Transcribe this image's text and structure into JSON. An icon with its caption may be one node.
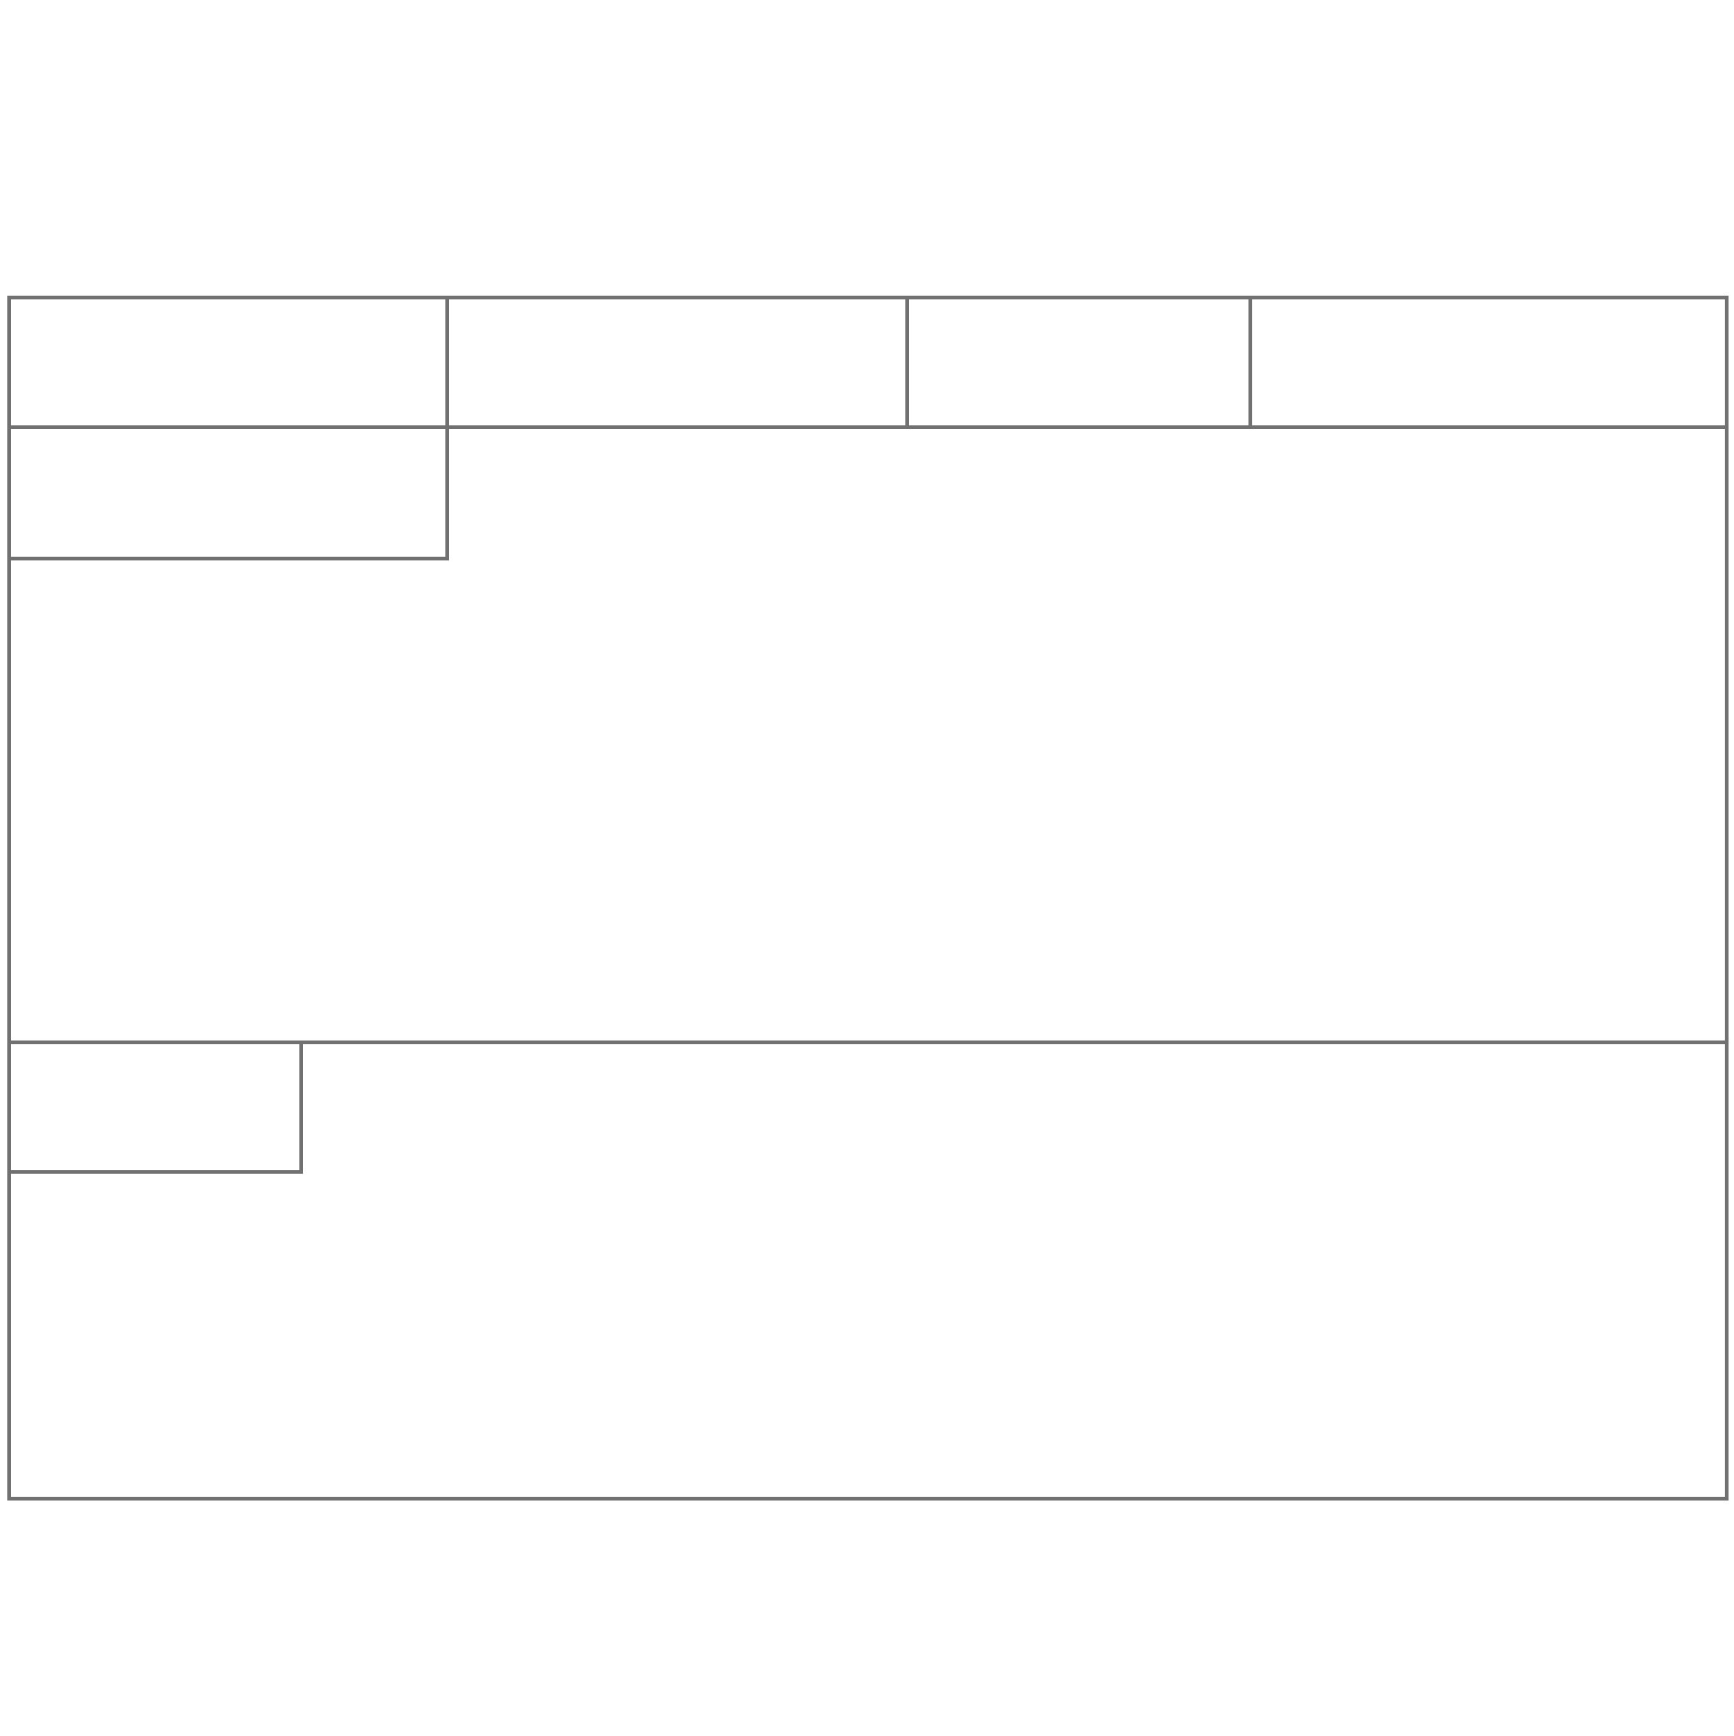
{
  "diagram": {
    "nodes": [
      {
        "text": [],
        "shape": "box"
      },
      {
        "text": [],
        "shape": "box"
      },
      {
        "text": [],
        "shape": "box"
      },
      {
        "text": [],
        "shape": "box"
      },
      {
        "text": [],
        "shape": "box"
      },
      {
        "text": [],
        "shape": "box",
        "in": 4
      },
      {
        "text": [],
        "shape": "box"
      },
      {
        "text": [],
        "shape": "box",
        "in": 6
      }
    ]
  }
}
